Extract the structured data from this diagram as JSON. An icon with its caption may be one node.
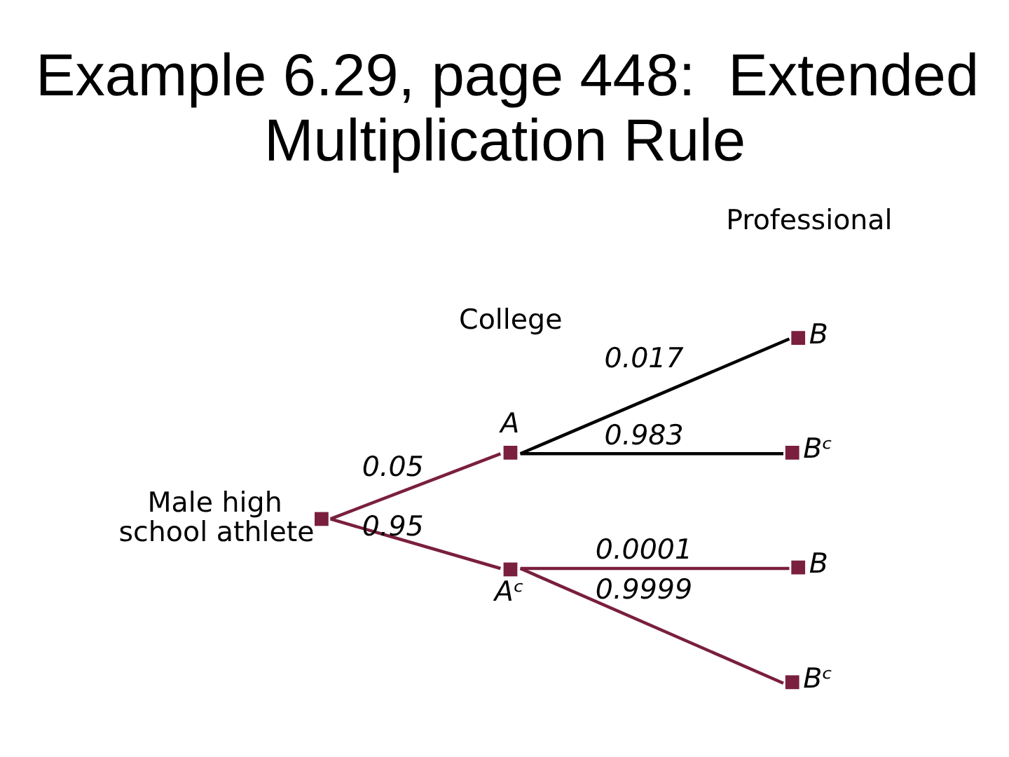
{
  "diagram": {
    "title": "Example 6.29, page 448:  Extended Multiplication Rule",
    "nodes": [
      {
        "text": [
          "Male high school athlete"
        ]
      },
      {
        "text": [
          "A"
        ]
      },
      {
        "text": [
          "Aᶜ"
        ]
      },
      {
        "text": [
          "B"
        ]
      },
      {
        "text": [
          "Bᶜ"
        ]
      },
      {
        "text": [
          "B"
        ]
      },
      {
        "text": [
          "Bᶜ"
        ]
      }
    ],
    "edges": [
      {
        "from": 0,
        "to": 1,
        "arrow": "none",
        "label": "0.05"
      },
      {
        "from": 0,
        "to": 2,
        "arrow": "none",
        "label": "0.95"
      },
      {
        "from": 1,
        "to": 3,
        "arrow": "none",
        "label": "0.017",
        "color": "#000000"
      },
      {
        "from": 1,
        "to": 4,
        "arrow": "none",
        "label": "0.983",
        "color": "#000000"
      },
      {
        "from": 2,
        "to": 5,
        "arrow": "none",
        "label": "0.0001"
      },
      {
        "from": 2,
        "to": 6,
        "arrow": "none",
        "label": "0.9999"
      }
    ],
    "labels": [
      "College",
      "Professional"
    ]
  }
}
